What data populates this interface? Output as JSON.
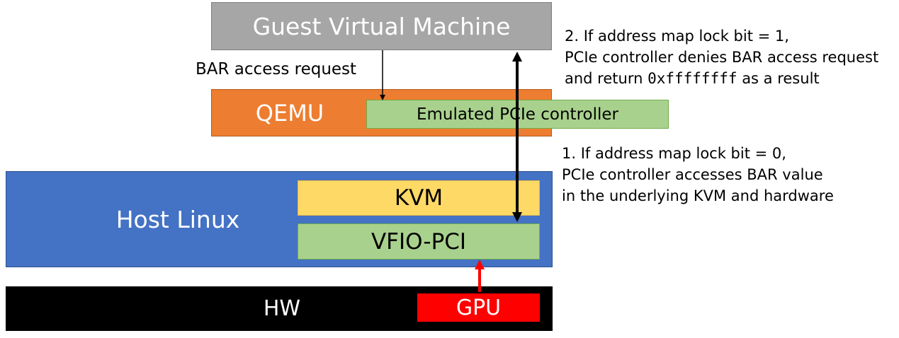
{
  "diagram": {
    "guest_vm": "Guest Virtual Machine",
    "qemu": "QEMU",
    "emulated_controller": "Emulated PCIe controller",
    "host_linux": "Host Linux",
    "kvm": "KVM",
    "vfio_pci": "VFIO-PCI",
    "hw": "HW",
    "gpu": "GPU",
    "bar_request": "BAR access request",
    "note_deny": {
      "line1": "2. If address map lock bit = 1,",
      "line2": "PCIe controller denies BAR access request",
      "line3_prefix": "and return ",
      "line3_code": "0xffffffff",
      "line3_suffix": " as a result"
    },
    "note_access": {
      "line1": "1. If address map lock bit = 0,",
      "line2": "PCIe controller accesses BAR value",
      "line3": "in the underlying KVM and hardware"
    },
    "colors": {
      "guest_vm": "#a6a6a6",
      "qemu": "#ed7d31",
      "emulated_controller": "#a9d18e",
      "host_linux": "#4472c4",
      "kvm": "#ffd966",
      "vfio_pci": "#a9d18e",
      "hw": "#000000",
      "gpu": "#ff0000",
      "gpu_arrow": "#ff0000"
    }
  }
}
